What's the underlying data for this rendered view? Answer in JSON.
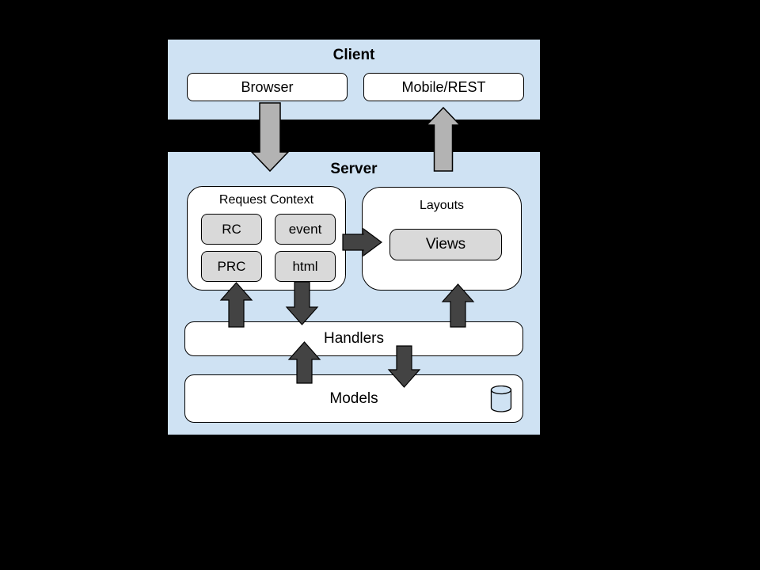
{
  "colors": {
    "background": "#000000",
    "panel": "#cfe2f3",
    "node_fill": "#ffffff",
    "chip_fill": "#d9d9d9",
    "arrow_light": "#b3b3b3",
    "arrow_dark": "#434343",
    "outline": "#000000"
  },
  "client": {
    "title": "Client",
    "nodes": [
      {
        "label": "Browser"
      },
      {
        "label": "Mobile/REST"
      }
    ]
  },
  "server": {
    "title": "Server",
    "request_context": {
      "title": "Request Context",
      "chips": [
        {
          "label": "RC"
        },
        {
          "label": "event"
        },
        {
          "label": "PRC"
        },
        {
          "label": "html"
        }
      ]
    },
    "layouts": {
      "title": "Layouts",
      "chips": [
        {
          "label": "Views"
        }
      ]
    },
    "handlers": {
      "label": "Handlers"
    },
    "models": {
      "label": "Models",
      "icon": "database-cylinder-icon"
    }
  },
  "edges": [
    {
      "from": "Browser",
      "to": "Server",
      "direction": "down",
      "style": "light"
    },
    {
      "from": "Server",
      "to": "Mobile/REST",
      "direction": "up",
      "style": "light"
    },
    {
      "from": "Request Context",
      "to": "Views",
      "direction": "right",
      "style": "dark"
    },
    {
      "from": "Handlers",
      "to": "Request Context",
      "direction": "up",
      "style": "dark"
    },
    {
      "from": "Request Context",
      "to": "Handlers",
      "direction": "down",
      "style": "dark"
    },
    {
      "from": "Handlers",
      "to": "Layouts",
      "direction": "up",
      "style": "dark"
    },
    {
      "from": "Models",
      "to": "Handlers",
      "direction": "up",
      "style": "dark"
    },
    {
      "from": "Handlers",
      "to": "Models",
      "direction": "down",
      "style": "dark"
    }
  ]
}
